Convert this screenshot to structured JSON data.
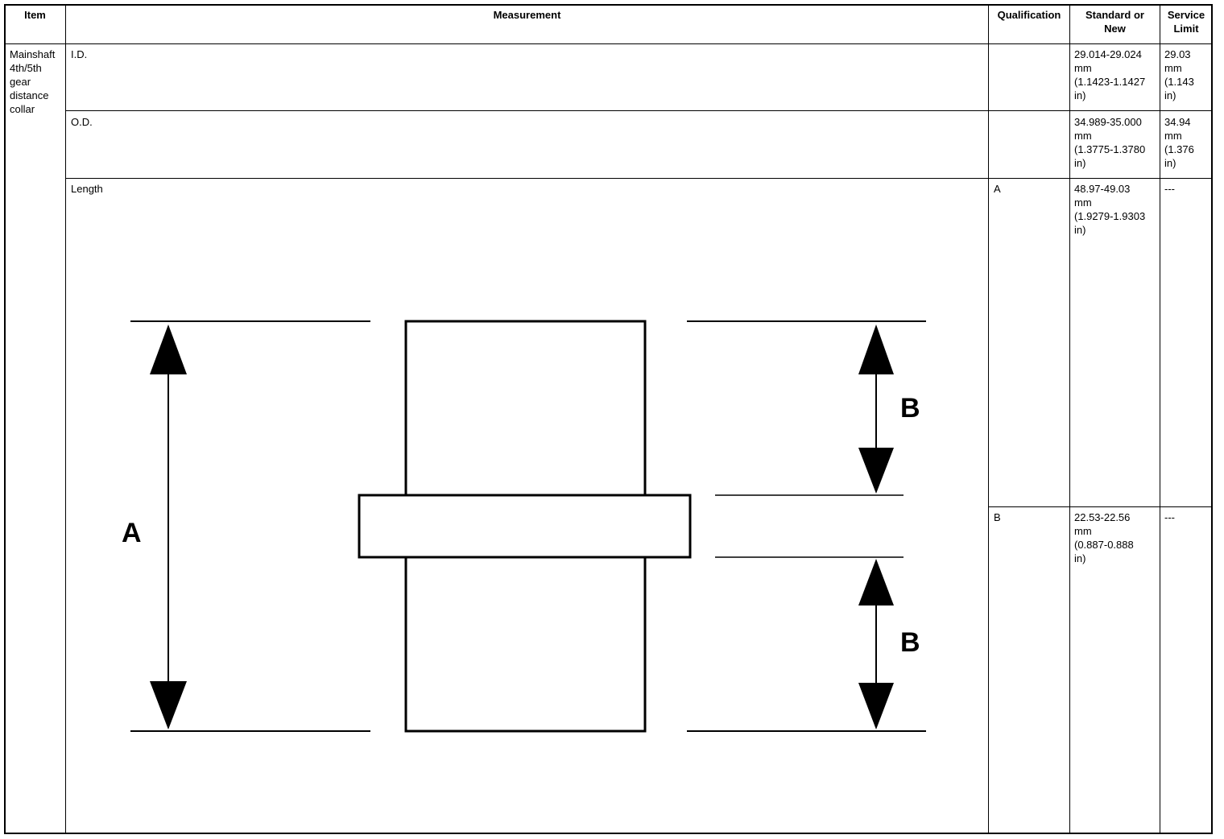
{
  "table": {
    "headers": {
      "item": "Item",
      "measurement": "Measurement",
      "qualification": "Qualification",
      "standard": "Standard or\nNew",
      "service": "Service\nLimit"
    },
    "item_name": "Mainshaft\n4th/5th\ngear\ndistance\ncollar",
    "rows": [
      {
        "measurement": "I.D.",
        "qualification": "",
        "standard": "29.014-29.024\nmm\n(1.1423-1.1427\nin)",
        "service": "29.03\nmm\n(1.143\nin)"
      },
      {
        "measurement": "O.D.",
        "qualification": "",
        "standard": "34.989-35.000\nmm\n(1.3775-1.3780\nin)",
        "service": "34.94\nmm\n(1.376\nin)"
      },
      {
        "measurement": "Length",
        "qualification": "A",
        "standard": "48.97-49.03\nmm\n(1.9279-1.9303\nin)",
        "service": "---"
      },
      {
        "measurement": "",
        "qualification": "B",
        "standard": "22.53-22.56\nmm\n(0.887-0.888\nin)",
        "service": "---"
      }
    ]
  },
  "diagram": {
    "label_a": "A",
    "label_b_top": "B",
    "label_b_bottom": "B"
  }
}
